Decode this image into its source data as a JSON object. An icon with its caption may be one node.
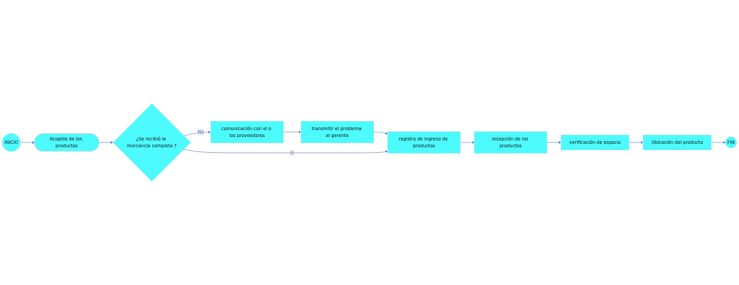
{
  "diagram": {
    "nodes": [
      {
        "text": [
          "INICIO"
        ]
      },
      {
        "text": [
          "Acogida de los productos"
        ]
      },
      {
        "text": [
          "¿Se recibió la mercancia completa ?"
        ]
      },
      {
        "text": [
          "comunicación con el o los proveedores"
        ]
      },
      {
        "text": [
          "transmitir el problema al gerente"
        ]
      },
      {
        "text": [
          "registro de ingreso de productos"
        ]
      },
      {
        "text": [
          "recepción de los productos"
        ]
      },
      {
        "text": [
          "verificación de espacio"
        ]
      },
      {
        "text": [
          "Ubicación del producto"
        ]
      },
      {
        "text": [
          "FIN"
        ]
      }
    ],
    "edges": [
      {
        "from": 0,
        "to": 1,
        "arrow": "to"
      },
      {
        "from": 1,
        "to": 2,
        "arrow": "to"
      },
      {
        "from": 2,
        "to": 3,
        "label": "No",
        "arrow": "to"
      },
      {
        "from": 3,
        "to": 4,
        "arrow": "to"
      },
      {
        "from": 4,
        "to": 5,
        "arrow": "to"
      },
      {
        "from": 2,
        "to": 5,
        "label": "si",
        "arrow": "to"
      },
      {
        "from": 5,
        "to": 6,
        "arrow": "to"
      },
      {
        "from": 6,
        "to": 7,
        "arrow": "to"
      },
      {
        "from": 7,
        "to": 8,
        "arrow": "to"
      },
      {
        "from": 8,
        "to": 9,
        "arrow": "to"
      }
    ]
  }
}
